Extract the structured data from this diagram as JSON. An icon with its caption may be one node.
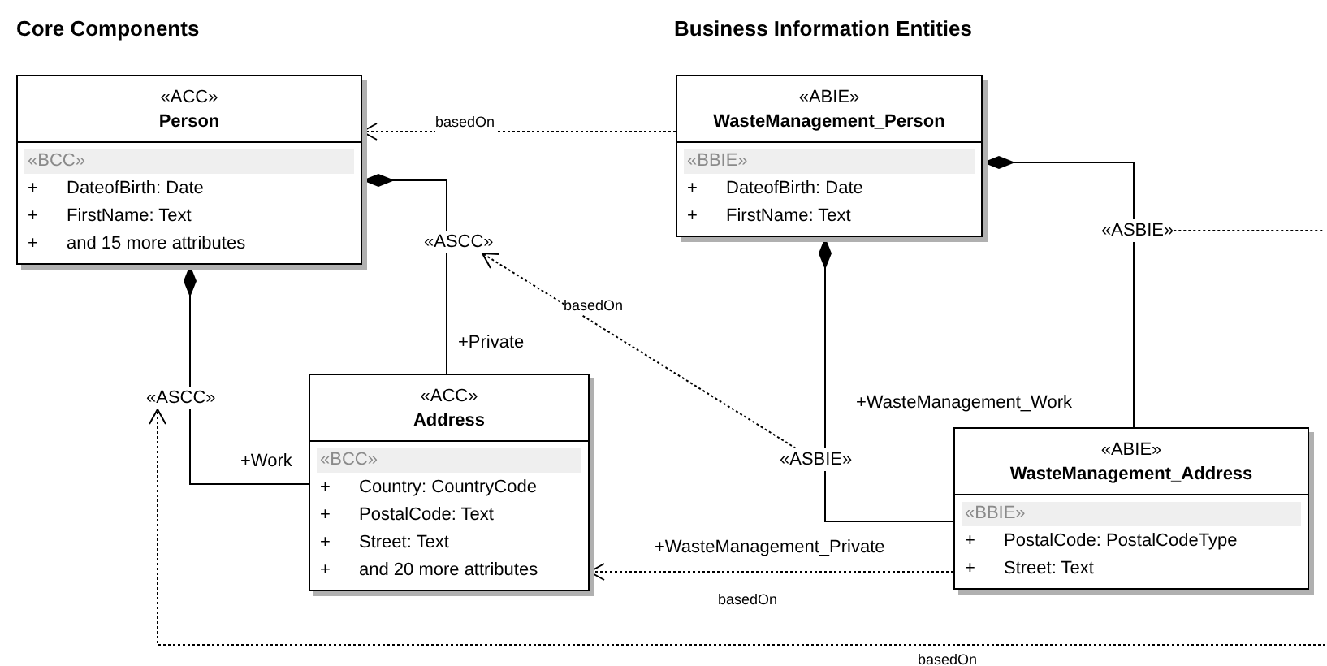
{
  "diagram": {
    "nodes": [
      {
        "text": [
          "«ACC»",
          "Person",
          "«BCC»",
          "+",
          "DateofBirth: Date",
          "+",
          "FirstName: Text",
          "+",
          "and 15 more attributes"
        ]
      },
      {
        "text": [
          "«ABIE»",
          "WasteManagement_Person",
          "«BBIE»",
          "+",
          "DateofBirth: Date",
          "+",
          "FirstName: Text"
        ]
      },
      {
        "text": [
          "«ACC»",
          "Address",
          "«BCC»",
          "+",
          "Country: CountryCode",
          "+",
          "PostalCode: Text",
          "+",
          "Street: Text",
          "+",
          "and 20 more attributes"
        ]
      },
      {
        "text": [
          "«ABIE»",
          "WasteManagement_Address",
          "«BBIE»",
          "+",
          "PostalCode: PostalCodeType",
          "+",
          "Street: Text"
        ]
      },
      {
        "text": [
          "«ASCC»"
        ]
      },
      {
        "text": [
          "«ASCC»"
        ]
      },
      {
        "text": [
          "«ASBIE»"
        ]
      },
      {
        "text": [
          "«ASBIE»"
        ]
      }
    ],
    "edges": [
      {
        "from": 1,
        "to": 0,
        "arrow": "to",
        "label": "basedOn",
        "style": "dashed"
      },
      {
        "from": 0,
        "to": 4,
        "arrow": "other"
      },
      {
        "from": 4,
        "to": 2,
        "arrow": "none",
        "label": "+Private"
      },
      {
        "from": 0,
        "to": 5,
        "arrow": "other"
      },
      {
        "from": 5,
        "to": 2,
        "arrow": "none",
        "label": "+Work"
      },
      {
        "from": 1,
        "to": 6,
        "arrow": "other"
      },
      {
        "from": 6,
        "to": 3,
        "arrow": "none",
        "label": "+WasteManagement_Work"
      },
      {
        "from": 1,
        "to": 7,
        "arrow": "other"
      },
      {
        "from": 7,
        "to": 3,
        "arrow": "none",
        "label": "+WasteManagement_Private"
      },
      {
        "from": 7,
        "to": 4,
        "arrow": "to",
        "label": "basedOn",
        "style": "dashed"
      },
      {
        "from": 3,
        "to": 2,
        "arrow": "to",
        "label": "basedOn",
        "style": "dashed"
      },
      {
        "from": 6,
        "to": null,
        "arrow": "none",
        "style": "dashed"
      },
      {
        "from": null,
        "to": 5,
        "arrow": "to",
        "label": "basedOn",
        "style": "dashed"
      }
    ],
    "labels": [
      "Core Components",
      "Business Information Entities"
    ]
  }
}
